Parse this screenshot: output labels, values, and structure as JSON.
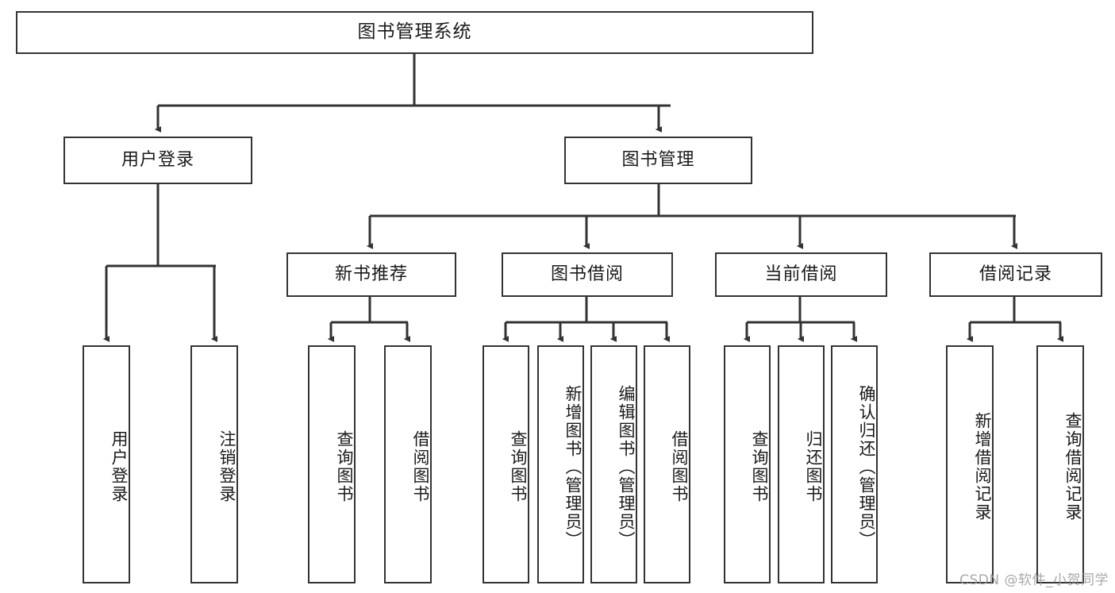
{
  "diagram": {
    "title": "图书管理系统",
    "type": "tree-hierarchy-chart",
    "watermark": "CSDN @软件_小贺同学",
    "line_color": "#333333",
    "box_fill": "#ffffff",
    "text_color": "#1a1a1a",
    "nodes": {
      "root": {
        "label": "图书管理系统"
      },
      "level1": [
        {
          "label": "用户登录"
        },
        {
          "label": "图书管理"
        }
      ],
      "level2": [
        {
          "label": "新书推荐"
        },
        {
          "label": "图书借阅"
        },
        {
          "label": "当前借阅"
        },
        {
          "label": "借阅记录"
        }
      ],
      "leaves": {
        "user_login": [
          {
            "label": "用户登录"
          },
          {
            "label": "注销登录"
          }
        ],
        "new_book_recommend": [
          {
            "label": "查询图书"
          },
          {
            "label": "借阅图书"
          }
        ],
        "book_borrow": [
          {
            "label": "查询图书"
          },
          {
            "label": "新增图书（管理员）"
          },
          {
            "label": "编辑图书（管理员）"
          },
          {
            "label": "借阅图书"
          }
        ],
        "current_borrow": [
          {
            "label": "查询图书"
          },
          {
            "label": "归还图书"
          },
          {
            "label": "确认归还（管理员）"
          }
        ],
        "borrow_record": [
          {
            "label": "新增借阅记录"
          },
          {
            "label": "查询借阅记录"
          }
        ]
      }
    }
  }
}
